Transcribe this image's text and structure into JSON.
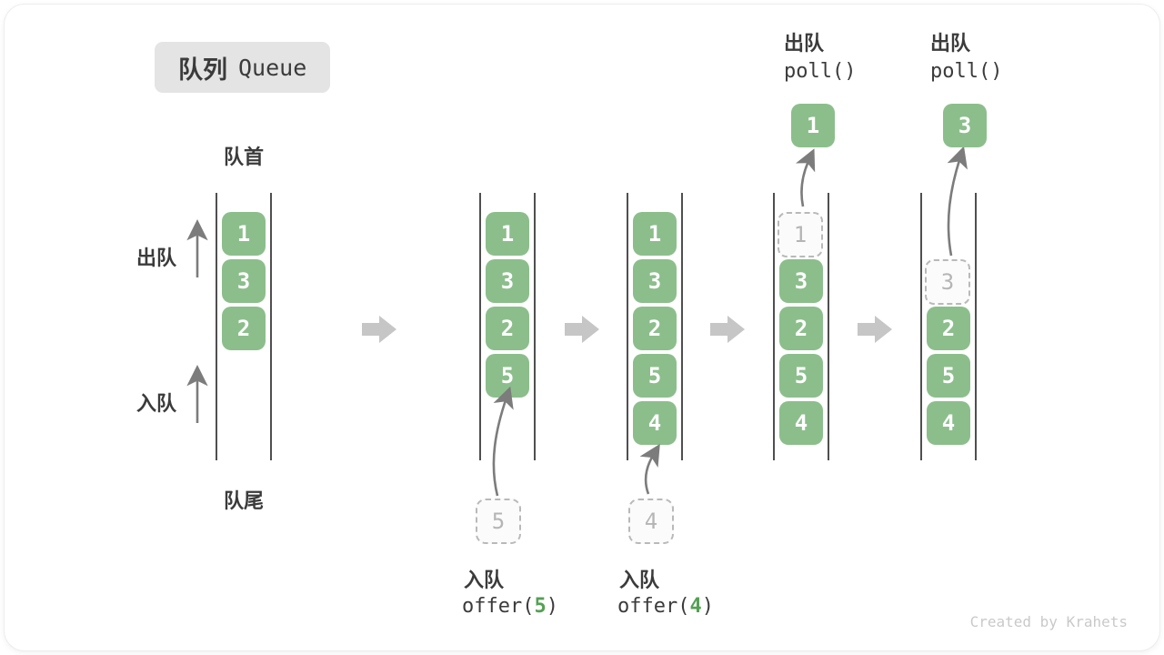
{
  "title": {
    "zh": "队列",
    "en": "Queue"
  },
  "side_labels": {
    "front": "队首",
    "rear": "队尾",
    "dequeue": "出队",
    "enqueue": "入队"
  },
  "colors": {
    "cell_green": "#8cbe8c",
    "cell_text": "#ffffff",
    "ghost_border": "#b9b9b9",
    "ghost_text": "#b5b5b5",
    "block_arrow": "#c6c6c6",
    "thin_arrow": "#7c7c7c",
    "label_dark": "#3b3b3b",
    "code_arg_green": "#55a055",
    "title_bg": "#e4e4e4",
    "column_wall": "#4f4f4f",
    "watermark": "#c9c9c9"
  },
  "states": [
    {
      "name": "initial",
      "cells": [
        {
          "slot": 0,
          "value": "1"
        },
        {
          "slot": 1,
          "value": "3"
        },
        {
          "slot": 2,
          "value": "2"
        }
      ]
    },
    {
      "name": "after-offer-5",
      "cells": [
        {
          "slot": 0,
          "value": "1"
        },
        {
          "slot": 1,
          "value": "3"
        },
        {
          "slot": 2,
          "value": "2"
        },
        {
          "slot": 3,
          "value": "5"
        }
      ]
    },
    {
      "name": "after-offer-4",
      "cells": [
        {
          "slot": 0,
          "value": "1"
        },
        {
          "slot": 1,
          "value": "3"
        },
        {
          "slot": 2,
          "value": "2"
        },
        {
          "slot": 3,
          "value": "5"
        },
        {
          "slot": 4,
          "value": "4"
        }
      ]
    },
    {
      "name": "after-poll-1",
      "cells": [
        {
          "slot": 0,
          "value": "1",
          "ghost": true
        },
        {
          "slot": 1,
          "value": "3"
        },
        {
          "slot": 2,
          "value": "2"
        },
        {
          "slot": 3,
          "value": "5"
        },
        {
          "slot": 4,
          "value": "4"
        }
      ]
    },
    {
      "name": "after-poll-3",
      "cells": [
        {
          "slot": 1,
          "value": "3",
          "ghost": true
        },
        {
          "slot": 2,
          "value": "2"
        },
        {
          "slot": 3,
          "value": "5"
        },
        {
          "slot": 4,
          "value": "4"
        }
      ]
    }
  ],
  "enqueue_ops": [
    {
      "label": "入队",
      "code_prefix": "offer(",
      "code_arg": "5",
      "code_suffix": ")",
      "pending_value": "5"
    },
    {
      "label": "入队",
      "code_prefix": "offer(",
      "code_arg": "4",
      "code_suffix": ")",
      "pending_value": "4"
    }
  ],
  "dequeue_ops": [
    {
      "label": "出队",
      "code": "poll()",
      "popped_value": "1"
    },
    {
      "label": "出队",
      "code": "poll()",
      "popped_value": "3"
    }
  ],
  "watermark": "Created by Krahets"
}
